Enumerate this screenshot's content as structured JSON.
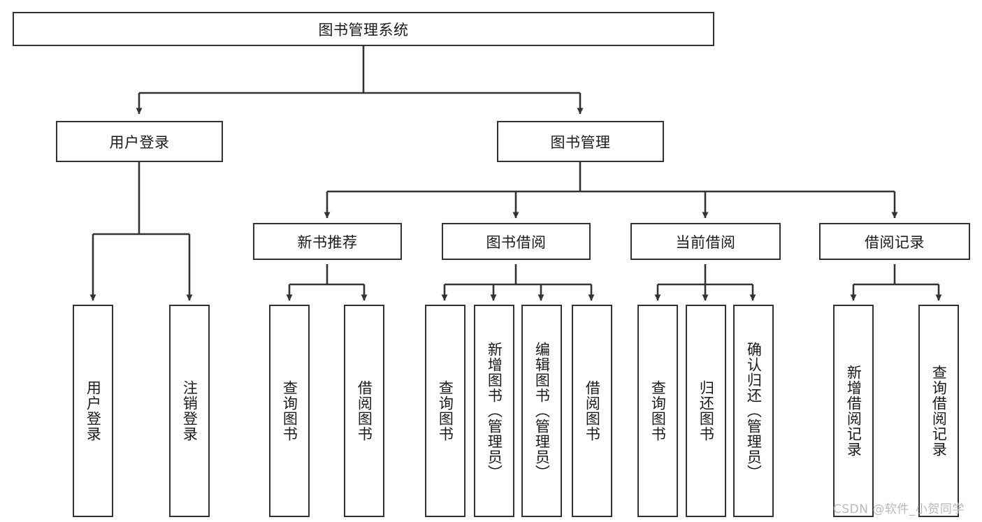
{
  "diagram": {
    "type": "tree-hierarchy-chart",
    "title": "图书管理系统",
    "colors": {
      "background": "#ffffff",
      "stroke": "#333333",
      "text": "#1a1a1a",
      "watermark": "#b9b9b9"
    },
    "root": {
      "label": "图书管理系统"
    },
    "level2": [
      {
        "label": "用户登录"
      },
      {
        "label": "图书管理"
      }
    ],
    "level3": [
      {
        "label": "新书推荐"
      },
      {
        "label": "图书借阅"
      },
      {
        "label": "当前借阅"
      },
      {
        "label": "借阅记录"
      }
    ],
    "leaves": {
      "user_login": [
        {
          "label": "用户登录"
        },
        {
          "label": "注销登录"
        }
      ],
      "new_book_recommend": [
        {
          "label": "查询图书"
        },
        {
          "label": "借阅图书"
        }
      ],
      "book_borrow": [
        {
          "label": "查询图书"
        },
        {
          "label": "新增图书（管理员）"
        },
        {
          "label": "编辑图书（管理员）"
        },
        {
          "label": "借阅图书"
        }
      ],
      "current_borrow": [
        {
          "label": "查询图书"
        },
        {
          "label": "归还图书"
        },
        {
          "label": "确认归还（管理员）"
        }
      ],
      "borrow_records": [
        {
          "label": "新增借阅记录"
        },
        {
          "label": "查询借阅记录"
        }
      ]
    }
  },
  "watermark": {
    "text": "CSDN @软件_小贺同学"
  }
}
